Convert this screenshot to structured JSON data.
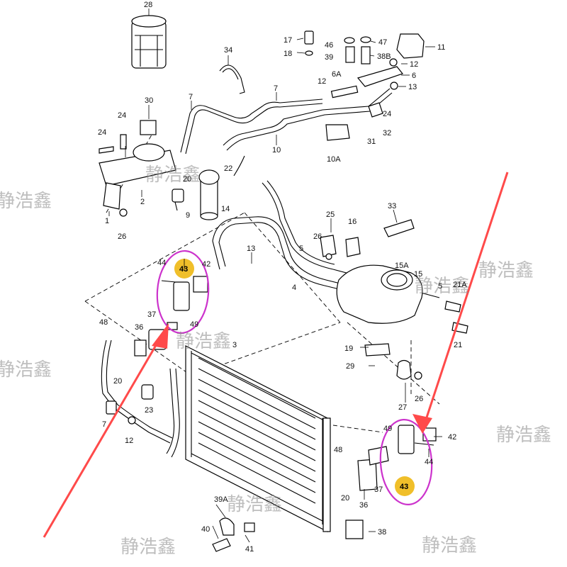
{
  "diagram": {
    "part_labels": [
      {
        "id": "p28",
        "text": "28"
      },
      {
        "id": "p34",
        "text": "34"
      },
      {
        "id": "p17",
        "text": "17"
      },
      {
        "id": "p18",
        "text": "18"
      },
      {
        "id": "p46",
        "text": "46"
      },
      {
        "id": "p47",
        "text": "47"
      },
      {
        "id": "p39",
        "text": "39"
      },
      {
        "id": "p38B",
        "text": "38B"
      },
      {
        "id": "p11",
        "text": "11"
      },
      {
        "id": "p12a",
        "text": "12"
      },
      {
        "id": "p6A",
        "text": "6A"
      },
      {
        "id": "p6",
        "text": "6"
      },
      {
        "id": "p12b",
        "text": "12"
      },
      {
        "id": "p13a",
        "text": "13"
      },
      {
        "id": "p7a",
        "text": "7"
      },
      {
        "id": "p7b",
        "text": "7"
      },
      {
        "id": "p30",
        "text": "30"
      },
      {
        "id": "p24a",
        "text": "24"
      },
      {
        "id": "p24b",
        "text": "24"
      },
      {
        "id": "p24c",
        "text": "24"
      },
      {
        "id": "p32",
        "text": "32"
      },
      {
        "id": "p31",
        "text": "31"
      },
      {
        "id": "p10",
        "text": "10"
      },
      {
        "id": "p10A",
        "text": "10A"
      },
      {
        "id": "p20a",
        "text": "20"
      },
      {
        "id": "p22",
        "text": "22"
      },
      {
        "id": "p2",
        "text": "2"
      },
      {
        "id": "p9",
        "text": "9"
      },
      {
        "id": "p14",
        "text": "14"
      },
      {
        "id": "p1",
        "text": "1"
      },
      {
        "id": "p26a",
        "text": "26"
      },
      {
        "id": "p25",
        "text": "25"
      },
      {
        "id": "p33",
        "text": "33"
      },
      {
        "id": "p26b",
        "text": "26"
      },
      {
        "id": "p16",
        "text": "16"
      },
      {
        "id": "p13b",
        "text": "13"
      },
      {
        "id": "p5a",
        "text": "5"
      },
      {
        "id": "p44a",
        "text": "44"
      },
      {
        "id": "p42a",
        "text": "42"
      },
      {
        "id": "p4",
        "text": "4"
      },
      {
        "id": "p15A",
        "text": "15A"
      },
      {
        "id": "p15",
        "text": "15"
      },
      {
        "id": "p5b",
        "text": "5"
      },
      {
        "id": "p21A",
        "text": "21A"
      },
      {
        "id": "p37a",
        "text": "37"
      },
      {
        "id": "p48a",
        "text": "48"
      },
      {
        "id": "p36a",
        "text": "36"
      },
      {
        "id": "p49a",
        "text": "49"
      },
      {
        "id": "p3",
        "text": "3"
      },
      {
        "id": "p21",
        "text": "21"
      },
      {
        "id": "p19",
        "text": "19"
      },
      {
        "id": "p20b",
        "text": "20"
      },
      {
        "id": "p29",
        "text": "29"
      },
      {
        "id": "p23",
        "text": "23"
      },
      {
        "id": "p7c",
        "text": "7"
      },
      {
        "id": "p12c",
        "text": "12"
      },
      {
        "id": "p27",
        "text": "27"
      },
      {
        "id": "p26c",
        "text": "26"
      },
      {
        "id": "p49b",
        "text": "49"
      },
      {
        "id": "p42b",
        "text": "42"
      },
      {
        "id": "p48b",
        "text": "48"
      },
      {
        "id": "p44b",
        "text": "44"
      },
      {
        "id": "p20c",
        "text": "20"
      },
      {
        "id": "p37b",
        "text": "37"
      },
      {
        "id": "p36b",
        "text": "36"
      },
      {
        "id": "p39A",
        "text": "39A"
      },
      {
        "id": "p40",
        "text": "40"
      },
      {
        "id": "p41",
        "text": "41"
      },
      {
        "id": "p38",
        "text": "38"
      }
    ],
    "highlight_labels": [
      {
        "id": "h43a",
        "text": "43"
      },
      {
        "id": "h43b",
        "text": "43"
      }
    ],
    "watermark_text": "静浩鑫",
    "colors": {
      "circle": "#cc33cc",
      "badge": "#f0bf2a",
      "arrow": "#ff4a4a",
      "line": "#000000"
    }
  }
}
